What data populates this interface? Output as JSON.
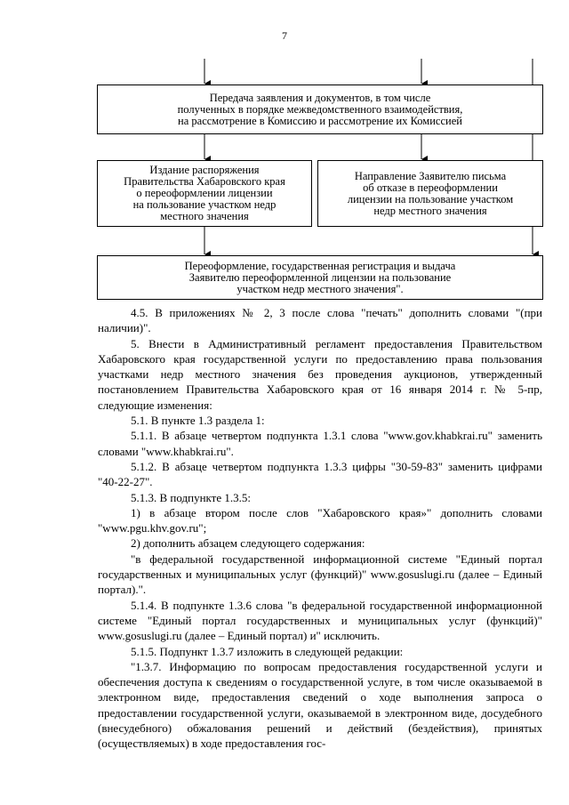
{
  "page_number": "7",
  "flowchart": {
    "box_transfer": [
      "Передача заявления и документов, в том числе",
      "полученных в порядке межведомственного взаимодействия,",
      "на рассмотрение в Комиссию и рассмотрение их Комиссией"
    ],
    "box_order": [
      "Издание распоряжения",
      "Правительства Хабаровского края",
      "о переоформлении лицензии",
      "на пользование участком недр",
      "местного значения"
    ],
    "box_refusal": [
      "Направление Заявителю письма",
      "об отказе в переоформлении",
      "лицензии на пользование участком",
      "недр местного значения"
    ],
    "box_final": [
      "Переоформление, государственная регистрация и выдача",
      "Заявителю переоформленной лицензии на пользование",
      "участком недр местного значения\"."
    ]
  },
  "paragraphs": [
    "4.5. В приложениях № 2, 3 после слова \"печать\" дополнить словами \"(при наличии)\".",
    "5. Внести в Административный регламент предоставления Правительством Хабаровского края государственной услуги по предоставлению права пользования участками недр местного значения без проведения аукционов, утвержденный постановлением Правительства Хабаровского края от 16 января 2014 г. № 5-пр, следующие изменения:",
    "5.1. В пункте 1.3 раздела 1:",
    "5.1.1. В абзаце четвертом подпункта 1.3.1 слова \"www.gov.khabkrai.ru\" заменить словами \"www.khabkrai.ru\".",
    "5.1.2. В абзаце четвертом подпункта 1.3.3 цифры \"30-59-83\" заменить цифрами \"40-22-27\".",
    "5.1.3. В подпункте 1.3.5:",
    "1) в абзаце втором после слов \"Хабаровского края»\" дополнить словами \"www.pgu.khv.gov.ru\";",
    "2) дополнить абзацем следующего содержания:",
    "\"в федеральной государственной информационной системе \"Единый портал государственных и муниципальных услуг (функций)\" www.gosuslugi.ru (далее – Единый портал).\".",
    "5.1.4. В подпункте 1.3.6 слова \"в федеральной государственной информационной системе \"Единый портал государственных и муниципальных услуг (функций)\" www.gosuslugi.ru (далее – Единый портал) и\" исключить.",
    "5.1.5. Подпункт 1.3.7 изложить в следующей редакции:",
    "\"1.3.7. Информацию по вопросам предоставления государственной услуги и обеспечения доступа к сведениям о государственной услуге, в том числе оказываемой в электронном виде, предоставления сведений о ходе выполнения запроса о предоставлении государственной услуги, оказываемой в электронном виде, досудебного (внесудебного) обжалования решений и действий (бездействия), принятых (осуществляемых) в ходе предоставления гос-"
  ]
}
